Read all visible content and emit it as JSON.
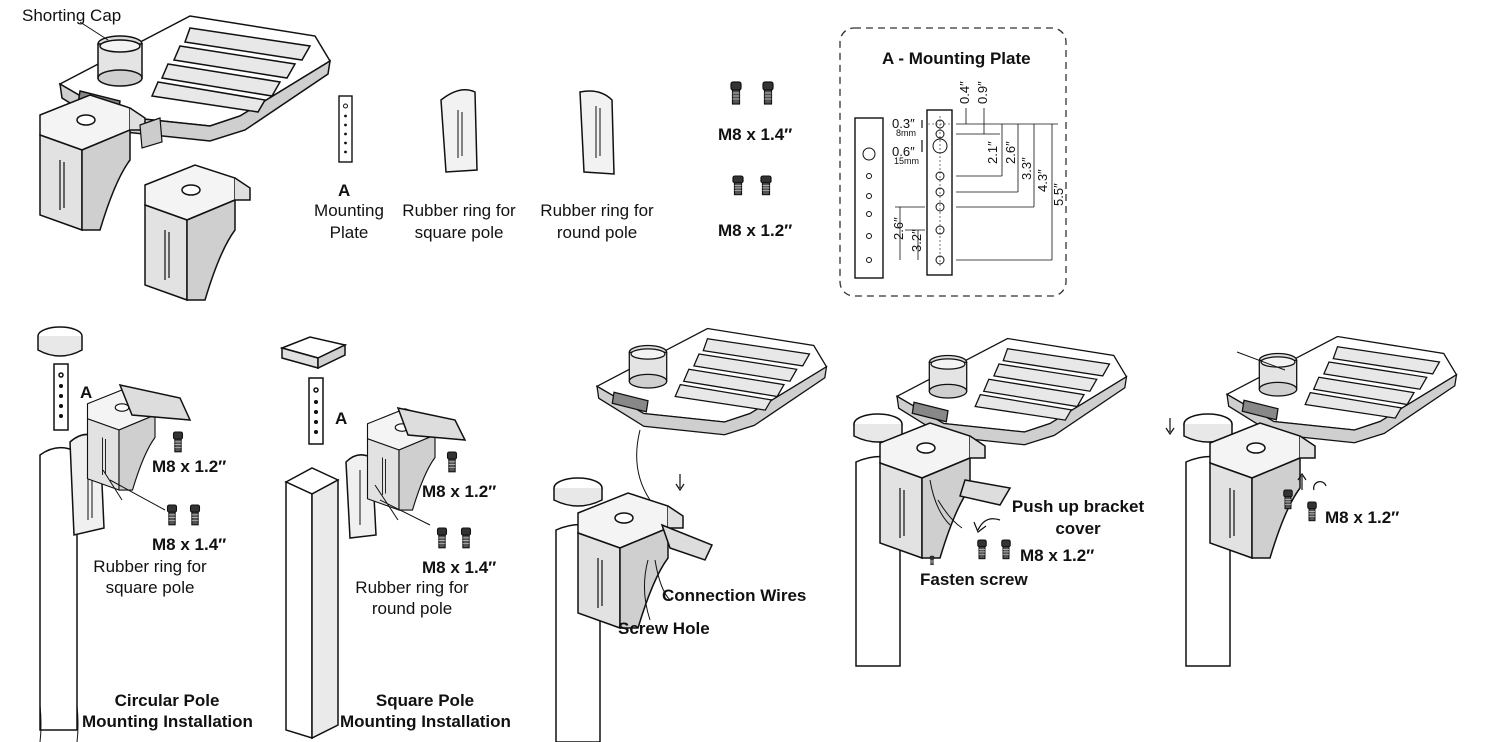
{
  "parts": {
    "shorting_cap": "Shorting Cap",
    "mounting_plate_letter": "A",
    "mounting_plate_word1": "Mounting",
    "mounting_plate_word2": "Plate",
    "rubber_square_line1": "Rubber ring for",
    "rubber_square_line2": "square pole",
    "rubber_round_line1": "Rubber ring for",
    "rubber_round_line2": "round pole",
    "screw_long": "M8 x 1.4″",
    "screw_short": "M8 x 1.2″"
  },
  "plate_detail": {
    "title": "A - Mounting Plate",
    "dim_0_3": "0.3″",
    "dim_8mm": "8mm",
    "dim_0_6": "0.6″",
    "dim_15mm": "15mm",
    "dim_0_4": "0.4″",
    "dim_0_9": "0.9″",
    "dim_2_1": "2.1″",
    "dim_2_6_top": "2.6″",
    "dim_3_3": "3.3″",
    "dim_4_3": "4.3″",
    "dim_5_5": "5.5″",
    "dim_2_6_bottom": "2.6″",
    "dim_3_2": "3.2″"
  },
  "circular": {
    "letter": "A",
    "screw_short": "M8 x 1.2″",
    "screw_long": "M8 x 1.4″",
    "rubber_line1": "Rubber ring for",
    "rubber_line2": "square pole",
    "title_line1": "Circular Pole",
    "title_line2": "Mounting Installation"
  },
  "square": {
    "letter": "A",
    "screw_short": "M8 x 1.2″",
    "screw_long": "M8 x 1.4″",
    "rubber_line1": "Rubber ring for",
    "rubber_line2": "round pole",
    "title_line1": "Square Pole",
    "title_line2": "Mounting Installation"
  },
  "wiring": {
    "connection_wires": "Connection Wires",
    "screw_hole": "Screw Hole"
  },
  "bracket": {
    "push_line1": "Push up bracket",
    "push_line2": "cover",
    "screw": "M8 x 1.2″",
    "fasten": "Fasten screw"
  },
  "final": {
    "screw": "M8 x 1.2″"
  }
}
